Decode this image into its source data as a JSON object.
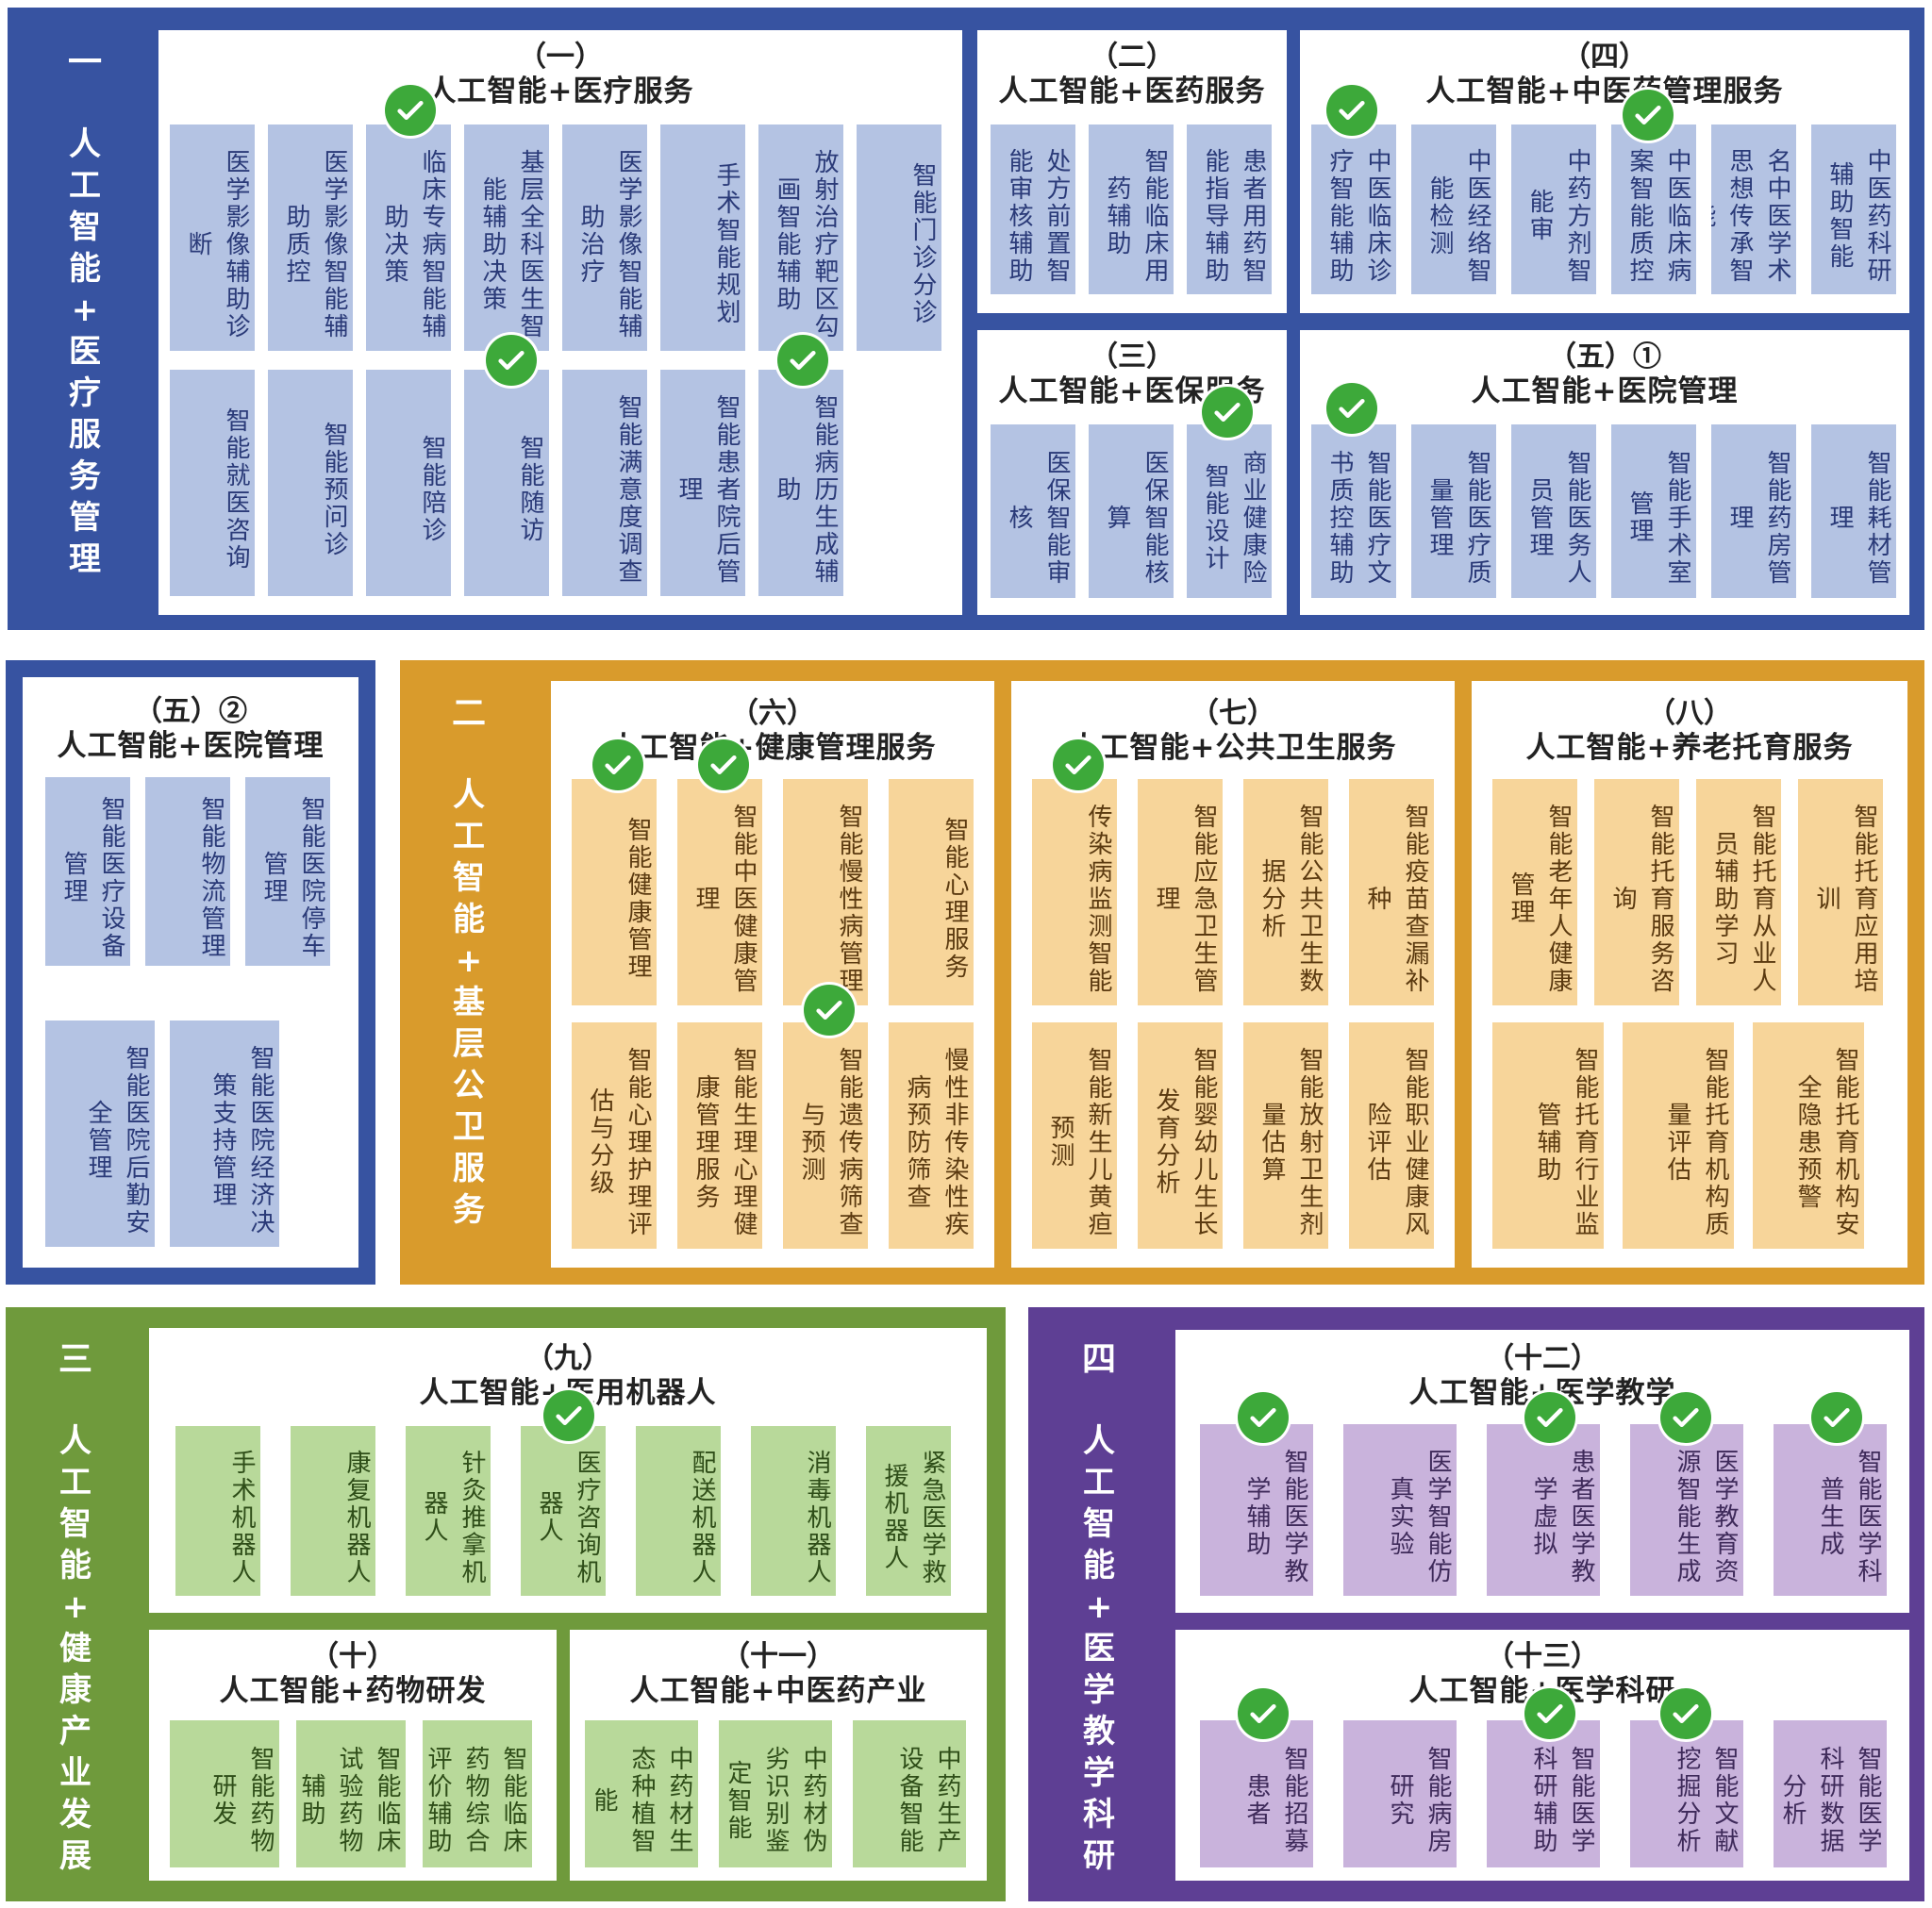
{
  "colors": {
    "blue": "#3753a1",
    "orange": "#d99b2c",
    "green": "#6f9a3c",
    "purple": "#5e3f94",
    "blue_item": "#b4c3e3",
    "orange_item": "#f7d59a",
    "green_item": "#b8d99a",
    "purple_item": "#c9b3dc",
    "check": "#3da93a"
  },
  "bands": [
    {
      "num": "一",
      "title": [
        "人",
        "工",
        "智",
        "能",
        "+",
        "医",
        "疗",
        "服",
        "务",
        "管",
        "理"
      ]
    },
    {
      "num": "二",
      "title": [
        "人",
        "工",
        "智",
        "能",
        "+",
        "基",
        "层",
        "公",
        "卫",
        "服",
        "务"
      ]
    },
    {
      "num": "三",
      "title": [
        "人",
        "工",
        "智",
        "能",
        "+",
        "健",
        "康",
        "产",
        "业",
        "发",
        "展"
      ]
    },
    {
      "num": "四",
      "title": [
        "人",
        "工",
        "智",
        "能",
        "+",
        "医",
        "学",
        "教",
        "学",
        "科",
        "研"
      ]
    }
  ],
  "panels": {
    "p1": {
      "num": "（一）",
      "name": "人工智能+医疗服务",
      "items": [
        "医学影像辅助诊断",
        "医学影像智能辅助质控",
        "临床专病智能辅助决策",
        "基层全科医生智能辅助决策",
        "医学影像智能辅助治疗",
        "手术智能规划",
        "放射治疗靶区勾画智能辅助",
        "智能门诊分诊",
        "智能就医咨询",
        "智能预问诊",
        "智能陪诊",
        "智能随访",
        "智能满意度调查",
        "智能患者院后管理",
        "智能病历生成辅助"
      ]
    },
    "p2": {
      "num": "（二）",
      "name": "人工智能+医药服务",
      "items": [
        "处方前置智能审核辅助",
        "智能临床用药辅助",
        "患者用药智能指导辅助"
      ]
    },
    "p3": {
      "num": "（三）",
      "name": "人工智能+医保服务",
      "items": [
        "医保智能审核",
        "医保智能核算",
        "商业健康险智能设计"
      ]
    },
    "p4": {
      "num": "（四）",
      "name": "人工智能+中医药管理服务",
      "items": [
        "中医临床诊疗智能辅助",
        "中医经络智能检测",
        "中药方剂智能审",
        "中医临床病案智能质控",
        "名中医学术思想传承智能",
        "中医药科研辅助智能"
      ]
    },
    "p5a": {
      "num": "（五）①",
      "name": "人工智能+医院管理",
      "items": [
        "智能医疗文书质控辅助",
        "智能医疗质量管理",
        "智能医务人员管理",
        "智能手术室管理",
        "智能药房管理",
        "智能耗材管理"
      ]
    },
    "p5b": {
      "num": "（五）②",
      "name": "人工智能+医院管理",
      "items": [
        "智能医疗设备管理",
        "智能物流管理",
        "智能医院停车管理",
        "智能医院后勤安全管理",
        "智能医院经济决策支持管理"
      ]
    },
    "p6": {
      "num": "（六）",
      "name": "人工智能+健康管理服务",
      "items": [
        "智能健康管理",
        "智能中医健康管理",
        "智能慢性病管理",
        "智能心理服务",
        "智能心理护理评估与分级",
        "智能生理心理健康管理服务",
        "智能遗传病筛查与预测",
        "慢性非传染性疾病预防筛查"
      ]
    },
    "p7": {
      "num": "（七）",
      "name": "人工智能+公共卫生服务",
      "items": [
        "传染病监测智能",
        "智能应急卫生管理",
        "智能公共卫生数据分析",
        "智能疫苗查漏补种",
        "智能新生儿黄疸预测",
        "智能婴幼儿生长发育分析",
        "智能放射卫生剂量估算",
        "智能职业健康风险评估"
      ]
    },
    "p8": {
      "num": "（八）",
      "name": "人工智能+养老托育服务",
      "items": [
        "智能老年人健康管理",
        "智能托育服务咨询",
        "智能托育从业人员辅助学习",
        "智能托育应用培训",
        "智能托育行业监管辅助",
        "智能托育机构质量评估",
        "智能托育机构安全隐患预警"
      ]
    },
    "p9": {
      "num": "（九）",
      "name": "人工智能+医用机器人",
      "items": [
        "手术机器人",
        "康复机器人",
        "针灸推拿机器人",
        "医疗咨询机器人",
        "配送机器人",
        "消毒机器人",
        "紧急医学救援机器人"
      ]
    },
    "p10": {
      "num": "（十）",
      "name": "人工智能+药物研发",
      "items": [
        "智能药物研发",
        "智能临床试验药物辅助",
        "智能临床药物综合评价辅助"
      ]
    },
    "p11": {
      "num": "（十一）",
      "name": "人工智能+中医药产业",
      "items": [
        "中药材生态种植智能",
        "中药材伪劣识别鉴定智能",
        "中药生产设备智能"
      ]
    },
    "p12": {
      "num": "（十二）",
      "name": "人工智能+医学教学",
      "items": [
        "智能医学教学辅助",
        "医学智能仿真实验",
        "患者医学教学虚拟",
        "医学教育资源智能生成",
        "智能医学科普生成"
      ]
    },
    "p13": {
      "num": "（十三）",
      "name": "人工智能+医学科研",
      "items": [
        "智能招募患者",
        "智能病房研究",
        "智能医学科研辅助",
        "智能文献挖掘分析",
        "智能医学科研数据分析"
      ]
    }
  }
}
